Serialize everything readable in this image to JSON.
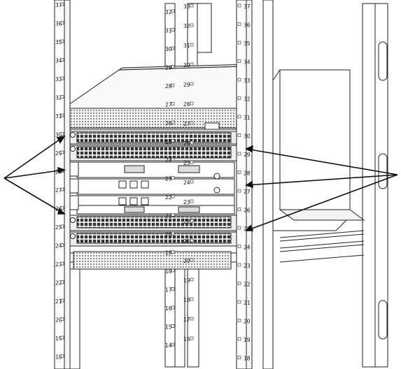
{
  "figure": {
    "left_rail_labels": [
      "37",
      "36",
      "35",
      "34",
      "33",
      "32",
      "31",
      "30",
      "29",
      "28",
      "27",
      "26",
      "25",
      "24",
      "23",
      "22",
      "21",
      "20",
      "19",
      "18"
    ],
    "center_left_rail_labels": [
      "32",
      "31",
      "30",
      "29",
      "28",
      "27",
      "26",
      "25",
      "24",
      "23",
      "22",
      "21",
      "20",
      "19",
      "18",
      "17",
      "16",
      "15",
      "14"
    ],
    "center_right_rail_labels": [
      "33",
      "32",
      "31",
      "30",
      "29",
      "28",
      "27",
      "26",
      "25",
      "24",
      "23",
      "22",
      "21",
      "20",
      "19",
      "18",
      "17",
      "16"
    ],
    "right_rail_labels": [
      "37",
      "36",
      "35",
      "34",
      "33",
      "32",
      "31",
      "30",
      "29",
      "28",
      "27",
      "26",
      "25",
      "24",
      "23",
      "22",
      "21",
      "20",
      "19",
      "18"
    ]
  }
}
